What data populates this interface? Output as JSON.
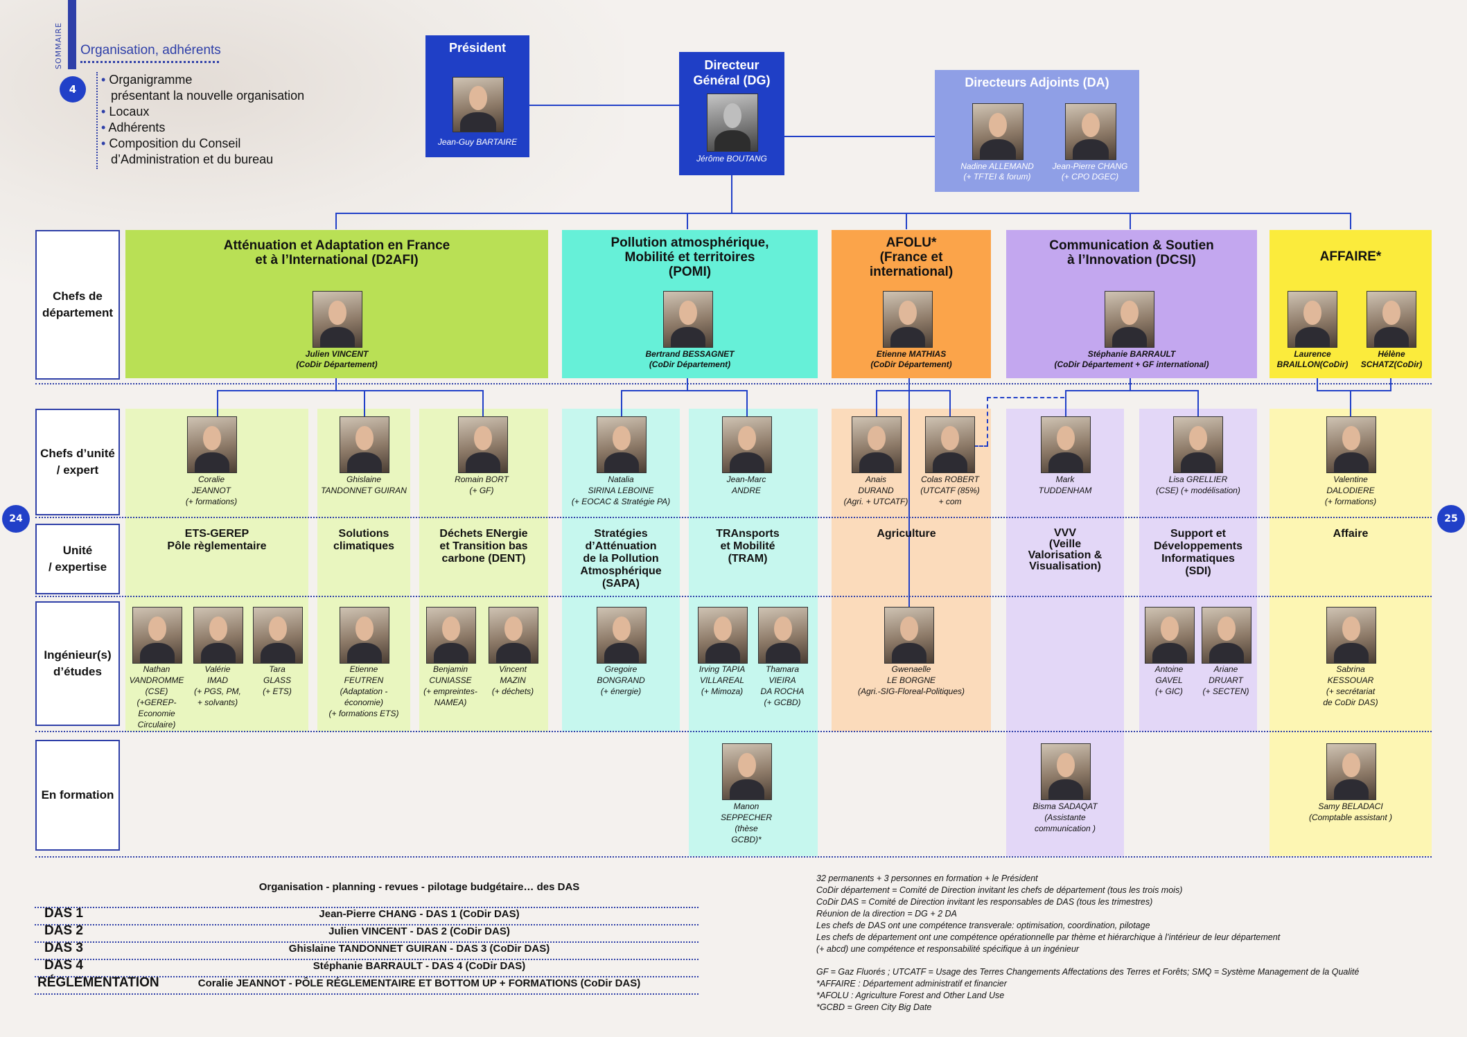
{
  "summary": {
    "word": "SOMMAIRE",
    "title": "Organisation, adhérents",
    "number": "4",
    "items": [
      "Organigramme",
      "présentant la nouvelle organisation",
      "Locaux",
      "Adhérents",
      "Composition du Conseil",
      "d’Administration et du bureau"
    ]
  },
  "top": {
    "president": {
      "title": "Président",
      "name": "Jean-Guy BARTAIRE"
    },
    "dg": {
      "title1": "Directeur",
      "title2": "Général (DG)",
      "name": "Jérôme BOUTANG"
    },
    "da": {
      "title": "Directeurs Adjoints (DA)",
      "p1": {
        "name": "Nadine ALLEMAND",
        "role": "(+ TFTEI & forum)"
      },
      "p2": {
        "name": "Jean-Pierre CHANG",
        "role": "(+ CPO DGEC)"
      }
    }
  },
  "rows": {
    "r1": [
      "Chefs de",
      "département"
    ],
    "r2": [
      "Chefs d’unité",
      "/ expert"
    ],
    "r3": [
      "Unité",
      "/ expertise"
    ],
    "r4": [
      "Ingénieur(s)",
      "d’études"
    ],
    "r5": [
      "En formation"
    ]
  },
  "pages": {
    "left": "24",
    "right": "25"
  },
  "colors": {
    "blue": "#2140c8",
    "d2afi": "#b9e055",
    "pomi": "#66f0d8",
    "afolu": "#fba44a",
    "dcsi": "#c3a7ef",
    "affaire": "#fbeb3c"
  },
  "depts": {
    "d2afi": {
      "title": [
        "Atténuation et Adaptation en France",
        "et à l’International (D2AFI)"
      ],
      "chief": [
        "Julien VINCENT",
        "(CoDir Département)"
      ]
    },
    "pomi": {
      "title": [
        "Pollution atmosphérique,",
        "Mobilité et territoires",
        "(POMI)"
      ],
      "chief": [
        "Bertrand BESSAGNET",
        "(CoDir Département)"
      ]
    },
    "afolu": {
      "title": [
        "AFOLU*",
        "(France et",
        "international)"
      ],
      "chief": [
        "Etienne MATHIAS",
        "(CoDir Département)"
      ]
    },
    "dcsi": {
      "title": [
        "Communication & Soutien",
        "à l’Innovation (DCSI)"
      ],
      "chief": [
        "Stéphanie BARRAULT",
        "(CoDir Département + GF international)"
      ]
    },
    "affaire": {
      "title": [
        "AFFAIRE*"
      ],
      "chief1": [
        "Laurence",
        "BRAILLON(CoDir)"
      ],
      "chief2": [
        "Hélène",
        "SCHATZ(CoDir)"
      ]
    }
  },
  "unitchiefs": {
    "coralie": [
      "Coralie",
      "JEANNOT",
      "(+ formations)"
    ],
    "ghislaine": [
      "Ghislaine",
      "TANDONNET GUIRAN"
    ],
    "romain": [
      "Romain BORT",
      "(+ GF)"
    ],
    "natalia": [
      "Natalia",
      "SIRINA LEBOINE",
      "(+ EOCAC & Stratégie PA)"
    ],
    "jeanmarc": [
      "Jean-Marc",
      "ANDRE"
    ],
    "anais": [
      "Anais",
      "DURAND",
      "(Agri. + UTCATF)"
    ],
    "colas": [
      "Colas ROBERT",
      "(UTCATF (85%)",
      "+ com"
    ],
    "mark": [
      "Mark",
      "TUDDENHAM"
    ],
    "lisa": [
      "Lisa GRELLIER",
      "(CSE) (+ modélisation)"
    ],
    "valentine": [
      "Valentine",
      "DALODIERE",
      "(+ formations)"
    ]
  },
  "units": {
    "etsgerep": [
      "ETS-GEREP",
      "Pôle règlementaire"
    ],
    "solutions": [
      "Solutions",
      "climatiques"
    ],
    "dent": [
      "Déchets ENergie",
      "et Transition bas",
      "carbone (DENT)"
    ],
    "sapa": [
      "Stratégies",
      "d’Atténuation",
      "de la Pollution",
      "Atmosphérique",
      "(SAPA)"
    ],
    "tram": [
      "TRAnsports",
      "et Mobilité",
      "(TRAM)"
    ],
    "agri": [
      "Agriculture"
    ],
    "vvv": [
      "VVV",
      "(Veille",
      "Valorisation &",
      "Visualisation)"
    ],
    "sdi": [
      "Support et",
      "Développements",
      "Informatiques",
      "(SDI)"
    ],
    "affaire": [
      "Affaire"
    ]
  },
  "engineers": {
    "nathan": [
      "Nathan",
      "VANDROMME",
      "(CSE)",
      "(+GEREP-",
      "Economie",
      "Circulaire)"
    ],
    "valerie": [
      "Valérie",
      "IMAD",
      "(+ PGS, PM,",
      "+ solvants)"
    ],
    "tara": [
      "Tara",
      "GLASS",
      "(+ ETS)"
    ],
    "etienne": [
      "Etienne",
      "FEUTREN",
      "(Adaptation -",
      "économie)",
      "(+ formations ETS)"
    ],
    "benjamin": [
      "Benjamin",
      "CUNIASSE",
      "(+ empreintes-",
      "NAMEA)"
    ],
    "vincent": [
      "Vincent",
      "MAZIN",
      "(+ déchets)"
    ],
    "gregoire": [
      "Gregoire",
      "BONGRAND",
      "(+ énergie)"
    ],
    "irving": [
      "Irving TAPIA",
      "VILLAREAL",
      "(+ Mimoza)"
    ],
    "thamara": [
      "Thamara",
      "VIEIRA",
      "DA ROCHA",
      "(+ GCBD)"
    ],
    "gwenaelle": [
      "Gwenaelle",
      "LE BORGNE",
      "(Agri.-SIG-Floreal-Politiques)"
    ],
    "antoine": [
      "Antoine",
      "GAVEL",
      "(+ GIC)"
    ],
    "ariane": [
      "Ariane",
      "DRUART",
      "(+ SECTEN)"
    ],
    "sabrina": [
      "Sabrina",
      "KESSOUAR",
      "(+ secrétariat",
      "de CoDir DAS)"
    ]
  },
  "trainees": {
    "manon": [
      "Manon",
      "SEPPECHER",
      "(thèse",
      "GCBD)*"
    ],
    "bisma": [
      "Bisma SADAQAT",
      "(Assistante",
      "communication )"
    ],
    "samy": [
      "Samy BELADACI",
      "(Comptable assistant )"
    ]
  },
  "bottom": {
    "heading": "Organisation - planning - revues - pilotage budgétaire… des DAS",
    "das": [
      {
        "label": "DAS 1",
        "value": "Jean-Pierre CHANG - DAS 1 (CoDir DAS)"
      },
      {
        "label": "DAS 2",
        "value": "Julien VINCENT - DAS 2 (CoDir DAS)"
      },
      {
        "label": "DAS 3",
        "value": "Ghislaine TANDONNET GUIRAN - DAS 3 (CoDir DAS)"
      },
      {
        "label": "DAS 4",
        "value": "Stéphanie BARRAULT - DAS 4 (CoDir DAS)"
      },
      {
        "label": "RÉGLEMENTATION",
        "value": "Coralie JEANNOT - PÔLE RÉGLEMENTAIRE ET BOTTOM UP + FORMATIONS (CoDir DAS)"
      }
    ],
    "notes1": [
      "32 permanents + 3 personnes en formation + le Président",
      "CoDir département = Comité de Direction invitant les chefs de département (tous les trois mois)",
      "CoDir DAS = Comité de Direction invitant les responsables de DAS (tous les trimestres)",
      "Réunion de la direction = DG + 2 DA",
      "Les chefs de DAS ont une compétence transverale: optimisation, coordination, pilotage",
      "Les chefs de département ont une compétence opérationnelle par thème et hiérarchique à l’intérieur de leur département",
      "(+ abcd) une compétence et responsabilité spécifique à un ingénieur"
    ],
    "notes2": [
      "GF = Gaz Fluorés ; UTCATF = Usage des Terres Changements Affectations des Terres et Forêts; SMQ = Système Management de la Qualité",
      "*AFFAIRE : Département administratif et financier",
      "*AFOLU : Agriculture Forest and Other Land Use",
      "*GCBD = Green City Big Date"
    ]
  }
}
